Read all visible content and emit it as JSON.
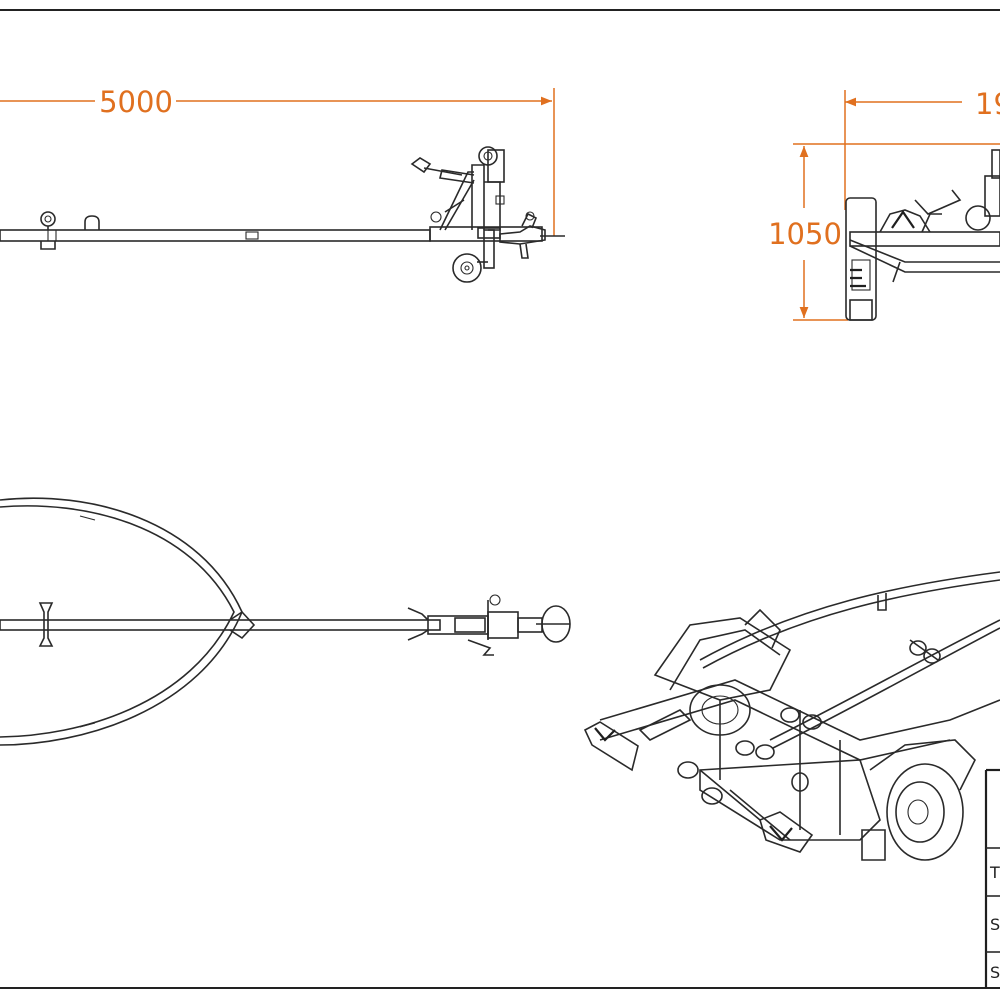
{
  "colors": {
    "line": "#2a2a2a",
    "dimension": "#e0701f",
    "background": "#ffffff"
  },
  "dimensions": {
    "length": "5000",
    "width": "19",
    "height": "1050"
  },
  "title_block": {
    "row_1": "T",
    "row_2": "S",
    "row_3": "S"
  }
}
